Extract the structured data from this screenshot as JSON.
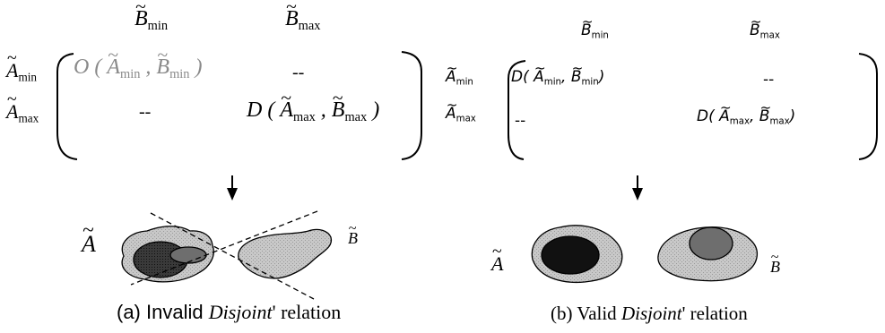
{
  "matrix_a": {
    "col_min": "B",
    "col_min_sub": "min",
    "col_max": "B",
    "col_max_sub": "max",
    "row_min": "A",
    "row_min_sub": "min",
    "row_max": "A",
    "row_max_sub": "max",
    "cell_11_func": "O",
    "cell_11_a": "A",
    "cell_11_a_sub": "min",
    "cell_11_b": "B",
    "cell_11_b_sub": "min",
    "cell_12": "--",
    "cell_21": "--",
    "cell_22_func": "D",
    "cell_22_a": "A",
    "cell_22_a_sub": "max",
    "cell_22_b": "B",
    "cell_22_b_sub": "max"
  },
  "matrix_b": {
    "col_min": "B",
    "col_min_sub": "min",
    "col_max": "B",
    "col_max_sub": "max",
    "row_min": "A",
    "row_min_sub": "min",
    "row_max": "A",
    "row_max_sub": "max",
    "cell_11_func": "D",
    "cell_11_a": "A",
    "cell_11_a_sub": "min",
    "cell_11_b": "B",
    "cell_11_b_sub": "min",
    "cell_12": "--",
    "cell_21": "--",
    "cell_22_func": "D",
    "cell_22_a": "A",
    "cell_22_a_sub": "max",
    "cell_22_b": "B",
    "cell_22_b_sub": "max"
  },
  "fig_a": {
    "label_a": "A",
    "label_b": "B",
    "caption_prefix": "(a) Invalid ",
    "caption_italic": "Disjoint",
    "caption_suffix": "' relation"
  },
  "fig_b": {
    "label_a": "A",
    "label_b": "B",
    "caption_prefix": "(b) Valid ",
    "caption_italic": "Disjoint",
    "caption_suffix": "' relation"
  },
  "colors": {
    "region_fill": "#c8c8c8",
    "core_dark": "#111111",
    "core_mid": "#6e6e6e",
    "stroke": "#000000"
  }
}
